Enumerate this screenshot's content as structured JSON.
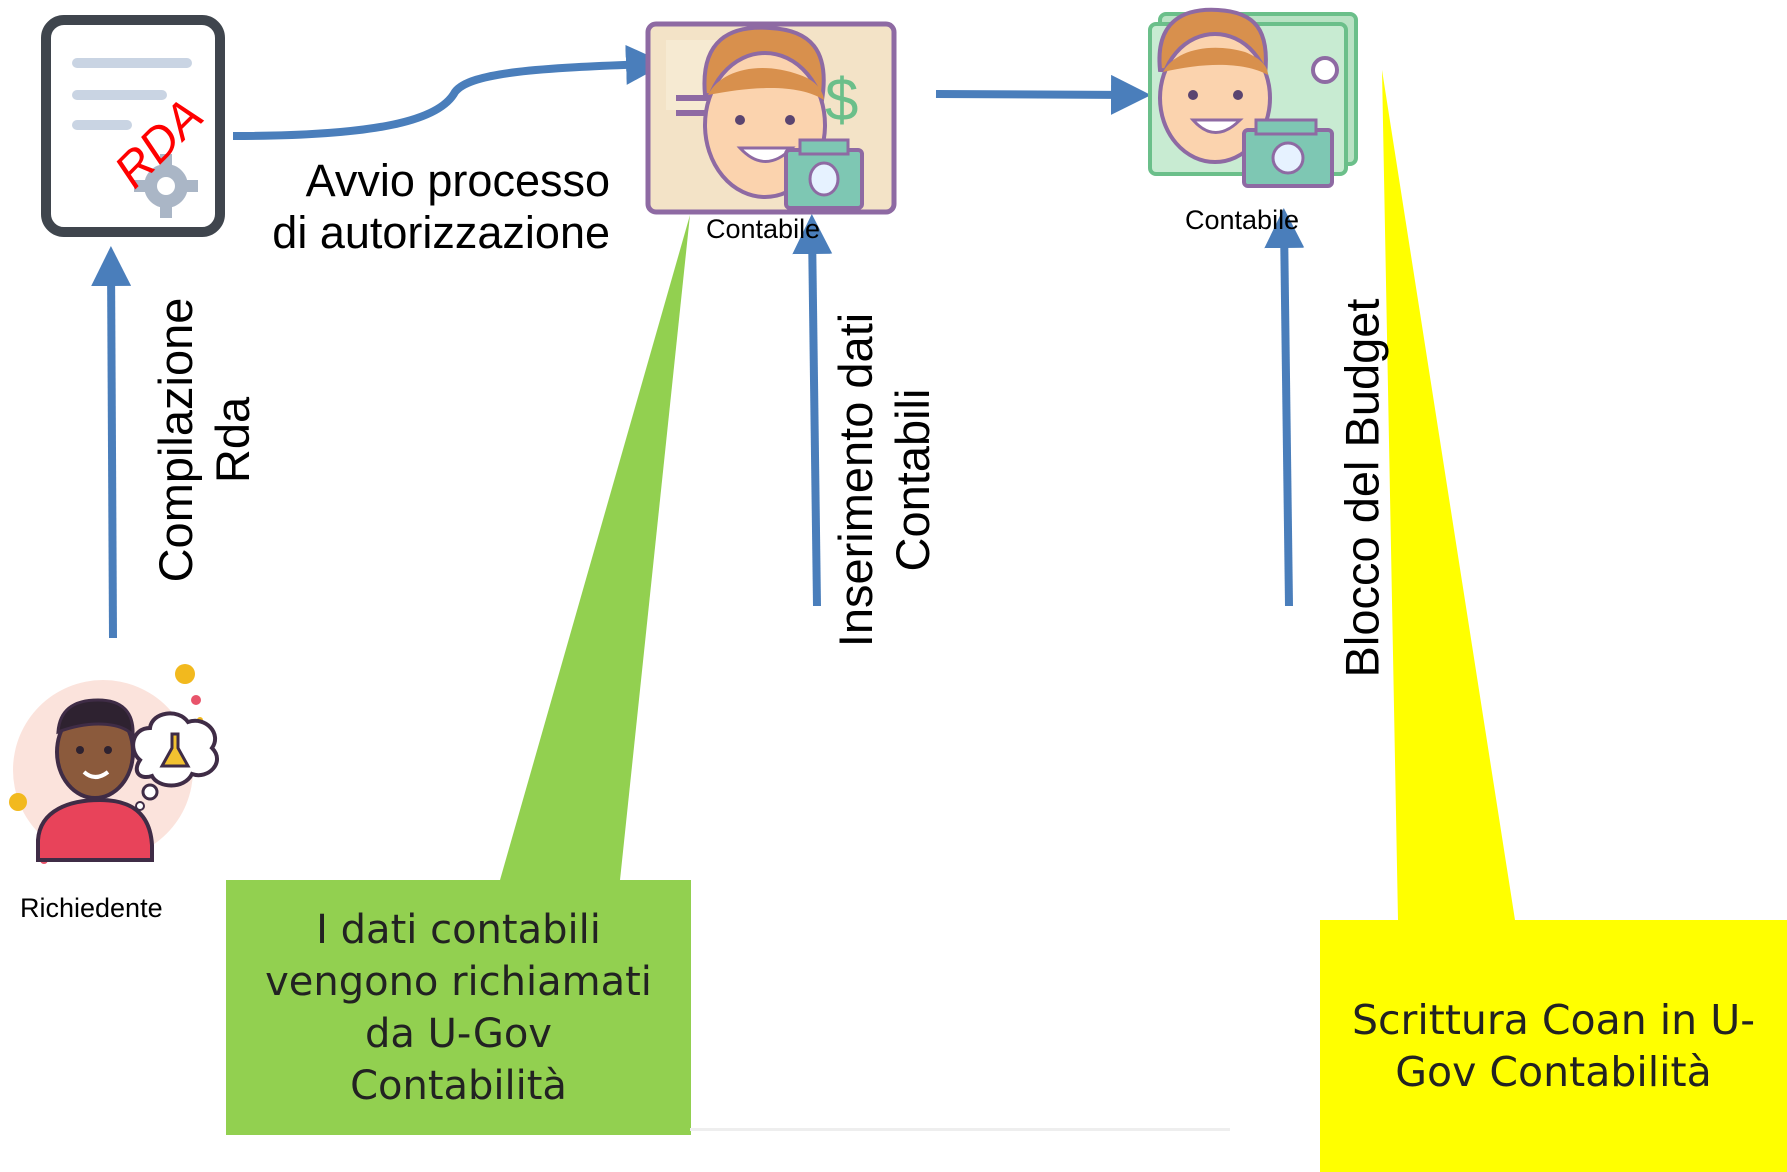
{
  "actors": {
    "requester_label": "Richiedente",
    "accountant1_label": "Contabile",
    "accountant2_label": "Contabile"
  },
  "document": {
    "stamp": "RDA"
  },
  "steps": {
    "compile": "Compilazione\nRda",
    "authorization": "Avvio processo\ndi autorizzazione",
    "insert_data": "Inserimento dati\nContabili",
    "budget_lock": "Blocco del Budget"
  },
  "callouts": {
    "green": "I dati contabili\nvengono richiamati\nda U-Gov\nContabilità",
    "yellow": "Scrittura Coan in U-\nGov Contabilità"
  },
  "colors": {
    "arrow": "#4a7ebb",
    "green": "#92d050",
    "yellow": "#ffff00",
    "outline": "#8e6aa3"
  }
}
